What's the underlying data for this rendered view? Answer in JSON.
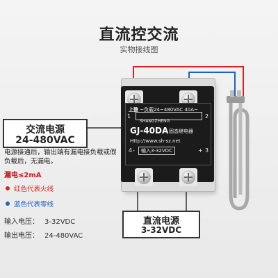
{
  "header": {
    "title": "直流控交流",
    "subtitle": "实物接线图"
  },
  "ac_box": {
    "line1": "交流电源",
    "line2": "24-480VAC"
  },
  "dc_box": {
    "line1": "直流电源",
    "line2": "3-32VDC"
  },
  "note": "电源接通后，输出端有漏电接负载或假负载后，无漏电。",
  "leakage": "漏电≤2mA",
  "legend": [
    {
      "label": "红色代表火线",
      "color": "#e02020"
    },
    {
      "label": "蓝色代表零线",
      "color": "#2060c0"
    }
  ],
  "specs": [
    {
      "key": "输入电压：",
      "value": "3-32VDC"
    },
    {
      "key": "输出电压：",
      "value": "24-480VAC"
    }
  ],
  "relay": {
    "brand": "上整",
    "load_line": "~负载24~480VAC  40A~",
    "brand_en": "SHANGZHENG",
    "model": "GJ-40DA",
    "type": "固态继电器",
    "url": "Http://www.sh-sz.net",
    "input": "输入3-32VDC",
    "terminals": {
      "t1": "1",
      "t2": "2",
      "t3": "3",
      "t4": "4",
      "plus": "+",
      "minus": "-"
    }
  }
}
